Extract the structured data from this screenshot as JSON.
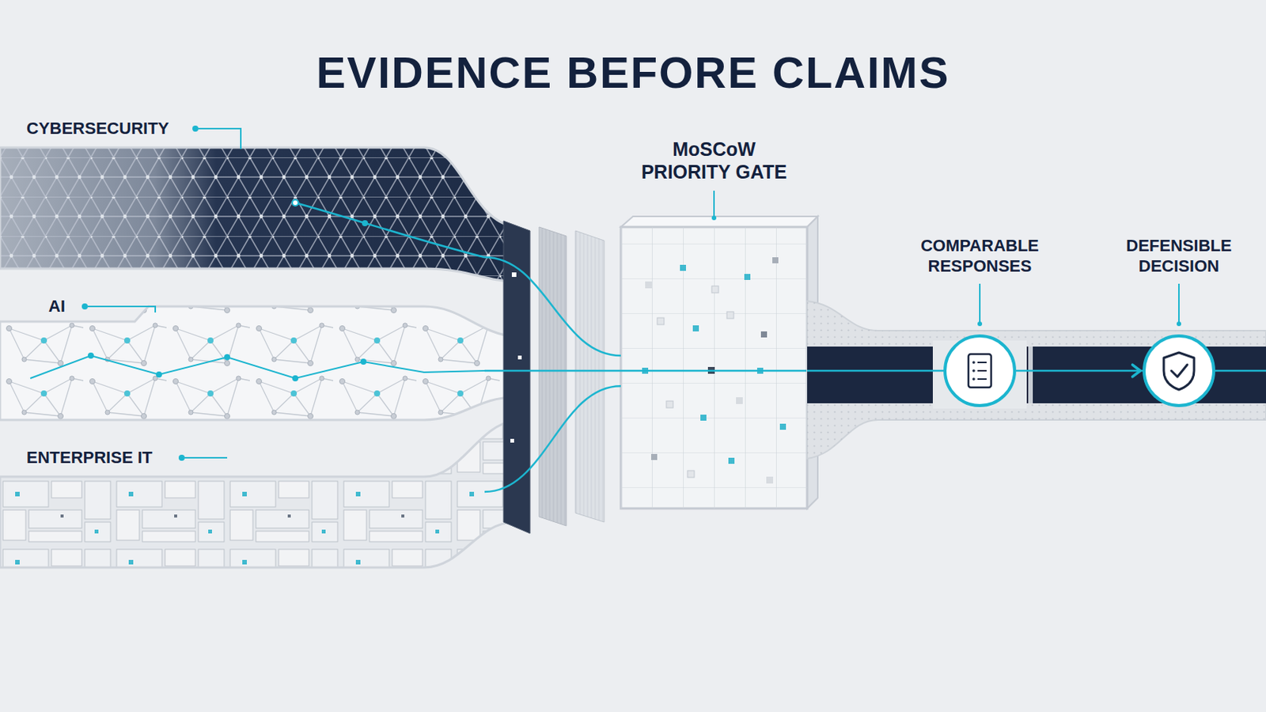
{
  "diagram": {
    "title": "EVIDENCE BEFORE CLAIMS",
    "nodes": [
      {
        "text": [
          "CYBERSECURITY"
        ]
      },
      {
        "text": [
          "AI"
        ]
      },
      {
        "text": [
          "ENTERPRISE IT"
        ]
      },
      {
        "text": [
          "MoSCoW PRIORITY GATE"
        ]
      },
      {
        "text": [
          "COMPARABLE RESPONSES"
        ]
      },
      {
        "text": [
          "DEFENSIBLE DECISION"
        ]
      }
    ],
    "edges": [
      {
        "from": 0,
        "to": 3,
        "arrow": "none"
      },
      {
        "from": 1,
        "to": 3,
        "arrow": "none"
      },
      {
        "from": 2,
        "to": 3,
        "arrow": "none"
      },
      {
        "from": 3,
        "to": 4,
        "arrow": "none"
      },
      {
        "from": 4,
        "to": 5,
        "arrow": "to"
      }
    ]
  }
}
